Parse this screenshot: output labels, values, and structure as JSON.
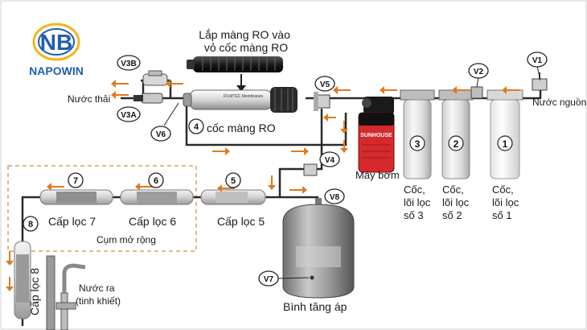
{
  "brand": {
    "initials": "NB",
    "name": "NAPOWIN"
  },
  "colors": {
    "arrow": "#e07a1e",
    "pipe": "#2a2a2a",
    "dashed": "#d9a35a",
    "accent": "#1f5fae",
    "logo_yellow": "#f2b51c",
    "pump_red": "#d6292b"
  },
  "labels": {
    "ro_insert": "Lắp màng RO vào\nvỏ cốc màng RO",
    "waste_water": "Nước thải",
    "source_water": "Nước nguồn",
    "ro_housing": "Vỏ cốc màng RO",
    "pump": "Máy bơm",
    "tank": "Bình tăng áp",
    "filter7": "Cấp lọc 7",
    "filter6": "Cấp lọc 6",
    "filter5": "Cấp lọc 5",
    "filter8": "Cấp lọc 8",
    "expansion": "Cụm mở rộng",
    "output_water": "Nước ra\n(tinh khiết)",
    "cup3": "Cốc,\nlõi lọc\nsố 3",
    "cup2": "Cốc,\nlõi lọc\nsố 2",
    "cup1": "Cốc,\nlõi lọc\nsố 1",
    "pump_brand": "SUNHOUSE"
  },
  "markers": {
    "v1": "V1",
    "v2": "V2",
    "v3a": "V3A",
    "v3b": "V3B",
    "v4": "V4",
    "v5": "V5",
    "v6": "V6",
    "v7": "V7",
    "v8": "V8",
    "n1": "1",
    "n2": "2",
    "n3": "3",
    "n4": "4",
    "n5": "5",
    "n6": "6",
    "n7": "7",
    "n8": "8"
  }
}
